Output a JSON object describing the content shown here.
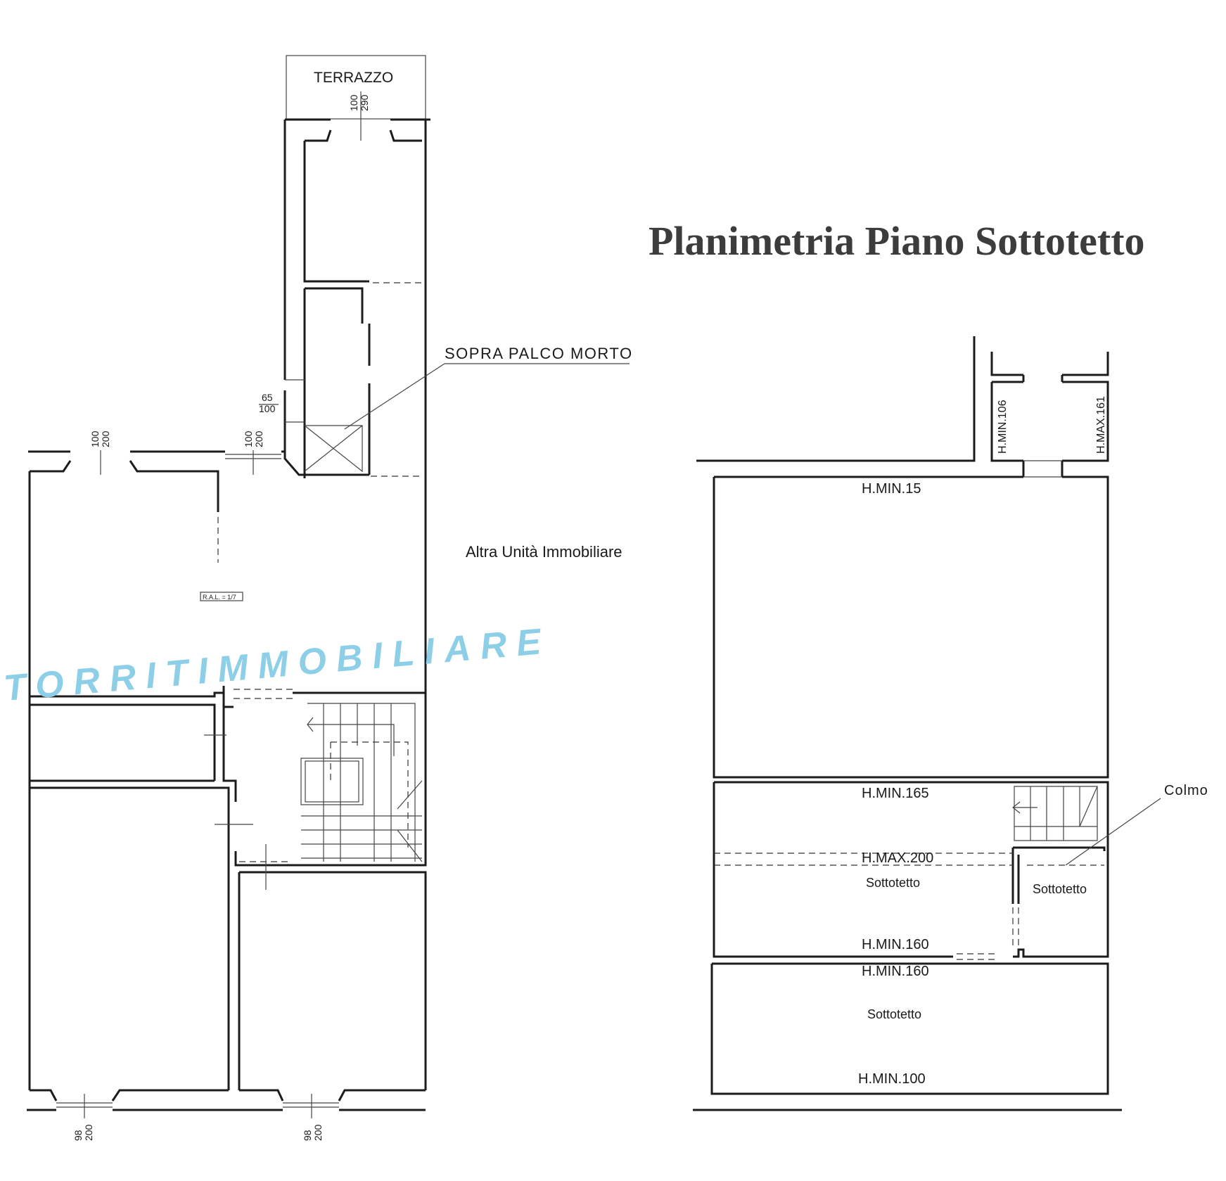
{
  "title": "Planimetria Piano Sottotetto",
  "watermark": "TORRITIMMOBILIARE",
  "colors": {
    "ink": "#1c1c1c",
    "title": "#3c3c3c",
    "watermark": "#8ecfe8"
  },
  "left_plan": {
    "terrazzo": "TERRAZZO",
    "sopra_palco": "SOPRA PALCO MORTO",
    "altra_unita": "Altra Unità Immobiliare",
    "small_tag": "R.A.L. = 1/7",
    "openings": [
      {
        "w": "100",
        "h": "290"
      },
      {
        "w": "65",
        "h": "100"
      },
      {
        "w": "100",
        "h": "200"
      },
      {
        "w": "100",
        "h": "200"
      },
      {
        "w": "98",
        "h": "200"
      },
      {
        "w": "98",
        "h": "200"
      }
    ]
  },
  "right_plan": {
    "h_min_106": "H.MIN.106",
    "h_max_161": "H.MAX.161",
    "h_min_15": "H.MIN.15",
    "h_min_165": "H.MIN.165",
    "h_max_200": "H.MAX.200",
    "sottotetto_1": "Sottotetto",
    "sottotetto_2": "Sottotetto",
    "sottotetto_3": "Sottotetto",
    "h_min_160_a": "H.MIN.160",
    "h_min_160_b": "H.MIN.160",
    "h_min_100": "H.MIN.100",
    "colmo": "Colmo"
  }
}
